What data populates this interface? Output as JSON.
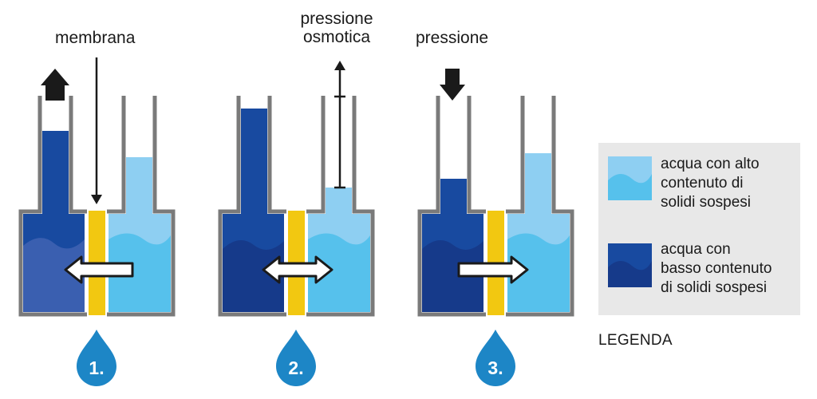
{
  "labels": {
    "membrane": "membrana",
    "osmotic_pressure": "pressione\nosmotica",
    "pressure": "pressione"
  },
  "steps": [
    "1.",
    "2.",
    "3."
  ],
  "legend": {
    "caption": "LEGENDA",
    "items": [
      {
        "text": "acqua con alto\ncontenuto di\nsolidi sospesi",
        "color": "#8ecff2"
      },
      {
        "text": "acqua con\nbasso contenuto\ndi solidi sospesi",
        "color": "#184aa0"
      }
    ]
  },
  "colors": {
    "dark_water": "#184aa0",
    "light_water": "#8ecff2",
    "membrane": "#f2c811",
    "wall": "#7a7a7a",
    "drop": "#1d86c6"
  },
  "arrows": {
    "flow_1": "right-to-left",
    "flow_2": "both-directions",
    "flow_3": "left-to-right"
  }
}
